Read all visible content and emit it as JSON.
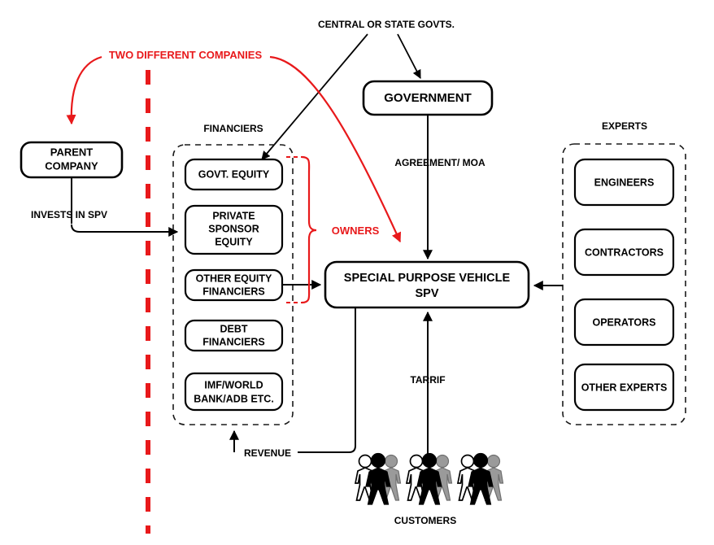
{
  "diagram": {
    "title_text": "CENTRAL OR STATE GOVTS.",
    "colors": {
      "red": "#e8191b",
      "black": "#000000",
      "gray_person": "#9a9a9a",
      "white": "#ffffff"
    },
    "annotations": {
      "two_companies": "TWO DIFFERENT COMPANIES",
      "owners": "OWNERS"
    },
    "group_titles": {
      "financiers": "FINANCIERS",
      "experts": "EXPERTS"
    },
    "nodes": {
      "parent_company": "PARENT\nCOMPANY",
      "parent_company_line1": "PARENT",
      "parent_company_line2": "COMPANY",
      "government": "GOVERNMENT",
      "spv_line1": "SPECIAL PURPOSE VEHICLE",
      "spv_line2": "SPV",
      "customers": "CUSTOMERS"
    },
    "financiers": [
      {
        "id": "govt-equity",
        "lines": [
          "GOVT. EQUITY"
        ]
      },
      {
        "id": "private-sponsor-equity",
        "lines": [
          "PRIVATE",
          "SPONSOR",
          "EQUITY"
        ]
      },
      {
        "id": "other-equity-financiers",
        "lines": [
          "OTHER EQUITY",
          "FINANCIERS"
        ]
      },
      {
        "id": "debt-financiers",
        "lines": [
          "DEBT",
          "FINANCIERS"
        ]
      },
      {
        "id": "imf-world-bank",
        "lines": [
          "IMF/WORLD",
          "BANK/ADB ETC."
        ]
      }
    ],
    "experts": [
      {
        "id": "engineers",
        "label": "ENGINEERS"
      },
      {
        "id": "contractors",
        "label": "CONTRACTORS"
      },
      {
        "id": "operators",
        "label": "OPERATORS"
      },
      {
        "id": "other-experts",
        "label": "OTHER EXPERTS"
      }
    ],
    "edge_labels": {
      "invests_in_spv": "INVESTS IN SPV",
      "agreement_moa": "AGREEMENT/ MOA",
      "tarrif": "TARRIF",
      "revenue": "REVENUE"
    }
  }
}
